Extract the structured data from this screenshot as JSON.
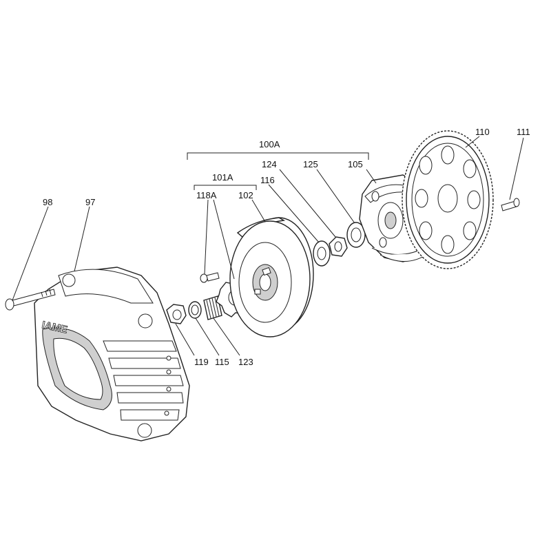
{
  "labels": {
    "l100A": "100A",
    "l101A": "101A",
    "l124": "124",
    "l125": "125",
    "l105": "105",
    "l116": "116",
    "l118A": "118A",
    "l102": "102",
    "l110": "110",
    "l111": "111",
    "l98": "98",
    "l97": "97",
    "l119": "119",
    "l115": "115",
    "l123": "123"
  },
  "brand_text": "IAME"
}
